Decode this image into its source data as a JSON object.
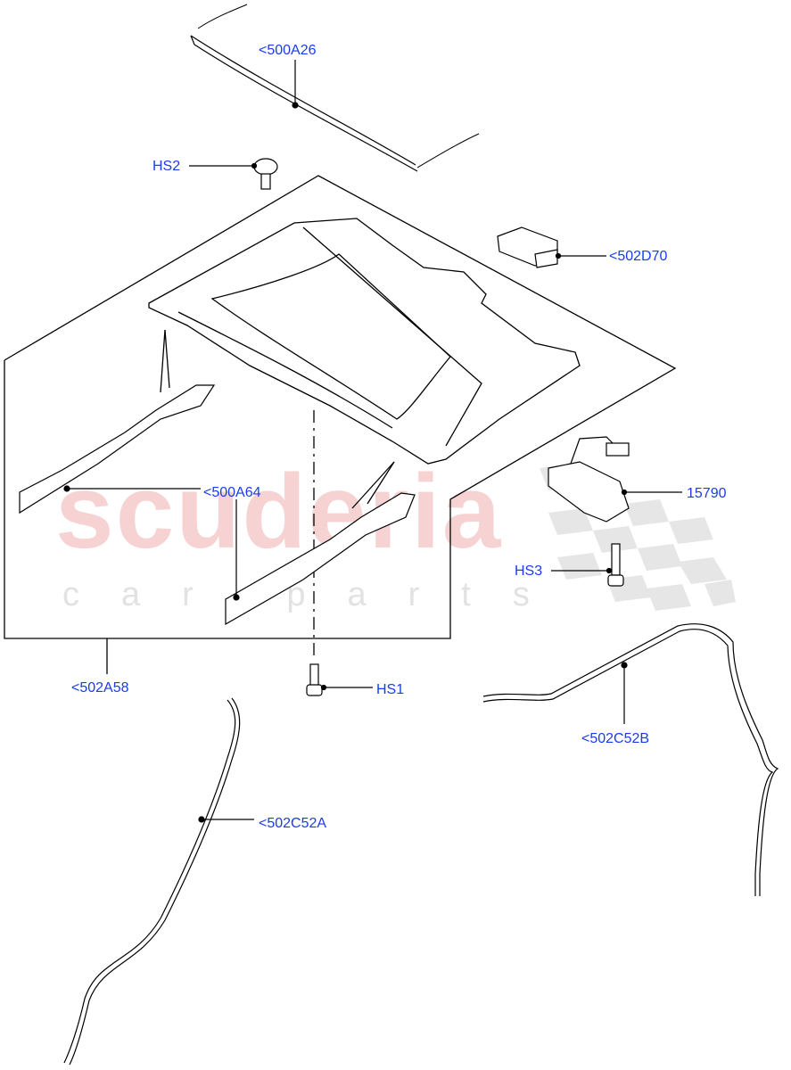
{
  "diagram": {
    "watermark": {
      "brand": "scuderia",
      "tagline": "car parts"
    },
    "callouts": [
      {
        "id": "500A26",
        "label": "<500A26",
        "part": "sunroof-front-seal"
      },
      {
        "id": "HS2",
        "label": "HS2",
        "part": "torx-flange-screw"
      },
      {
        "id": "502D70",
        "label": "<502D70",
        "part": "sunroof-control-module"
      },
      {
        "id": "500A64",
        "label": "<500A64",
        "part": "frame-side-brackets"
      },
      {
        "id": "15790",
        "label": "15790",
        "part": "sunroof-motor"
      },
      {
        "id": "HS3",
        "label": "HS3",
        "part": "motor-bolt"
      },
      {
        "id": "502A58",
        "label": "<502A58",
        "part": "sunroof-frame-assembly"
      },
      {
        "id": "HS1",
        "label": "HS1",
        "part": "frame-bolt"
      },
      {
        "id": "502C52B",
        "label": "<502C52B",
        "part": "drain-tube-rear"
      },
      {
        "id": "502C52A",
        "label": "<502C52A",
        "part": "drain-tube-front"
      }
    ],
    "colors": {
      "label": "#1a3cf0",
      "line": "#000000",
      "watermark_red": "#f6d2d2",
      "watermark_grey": "#e2e2e2"
    }
  }
}
